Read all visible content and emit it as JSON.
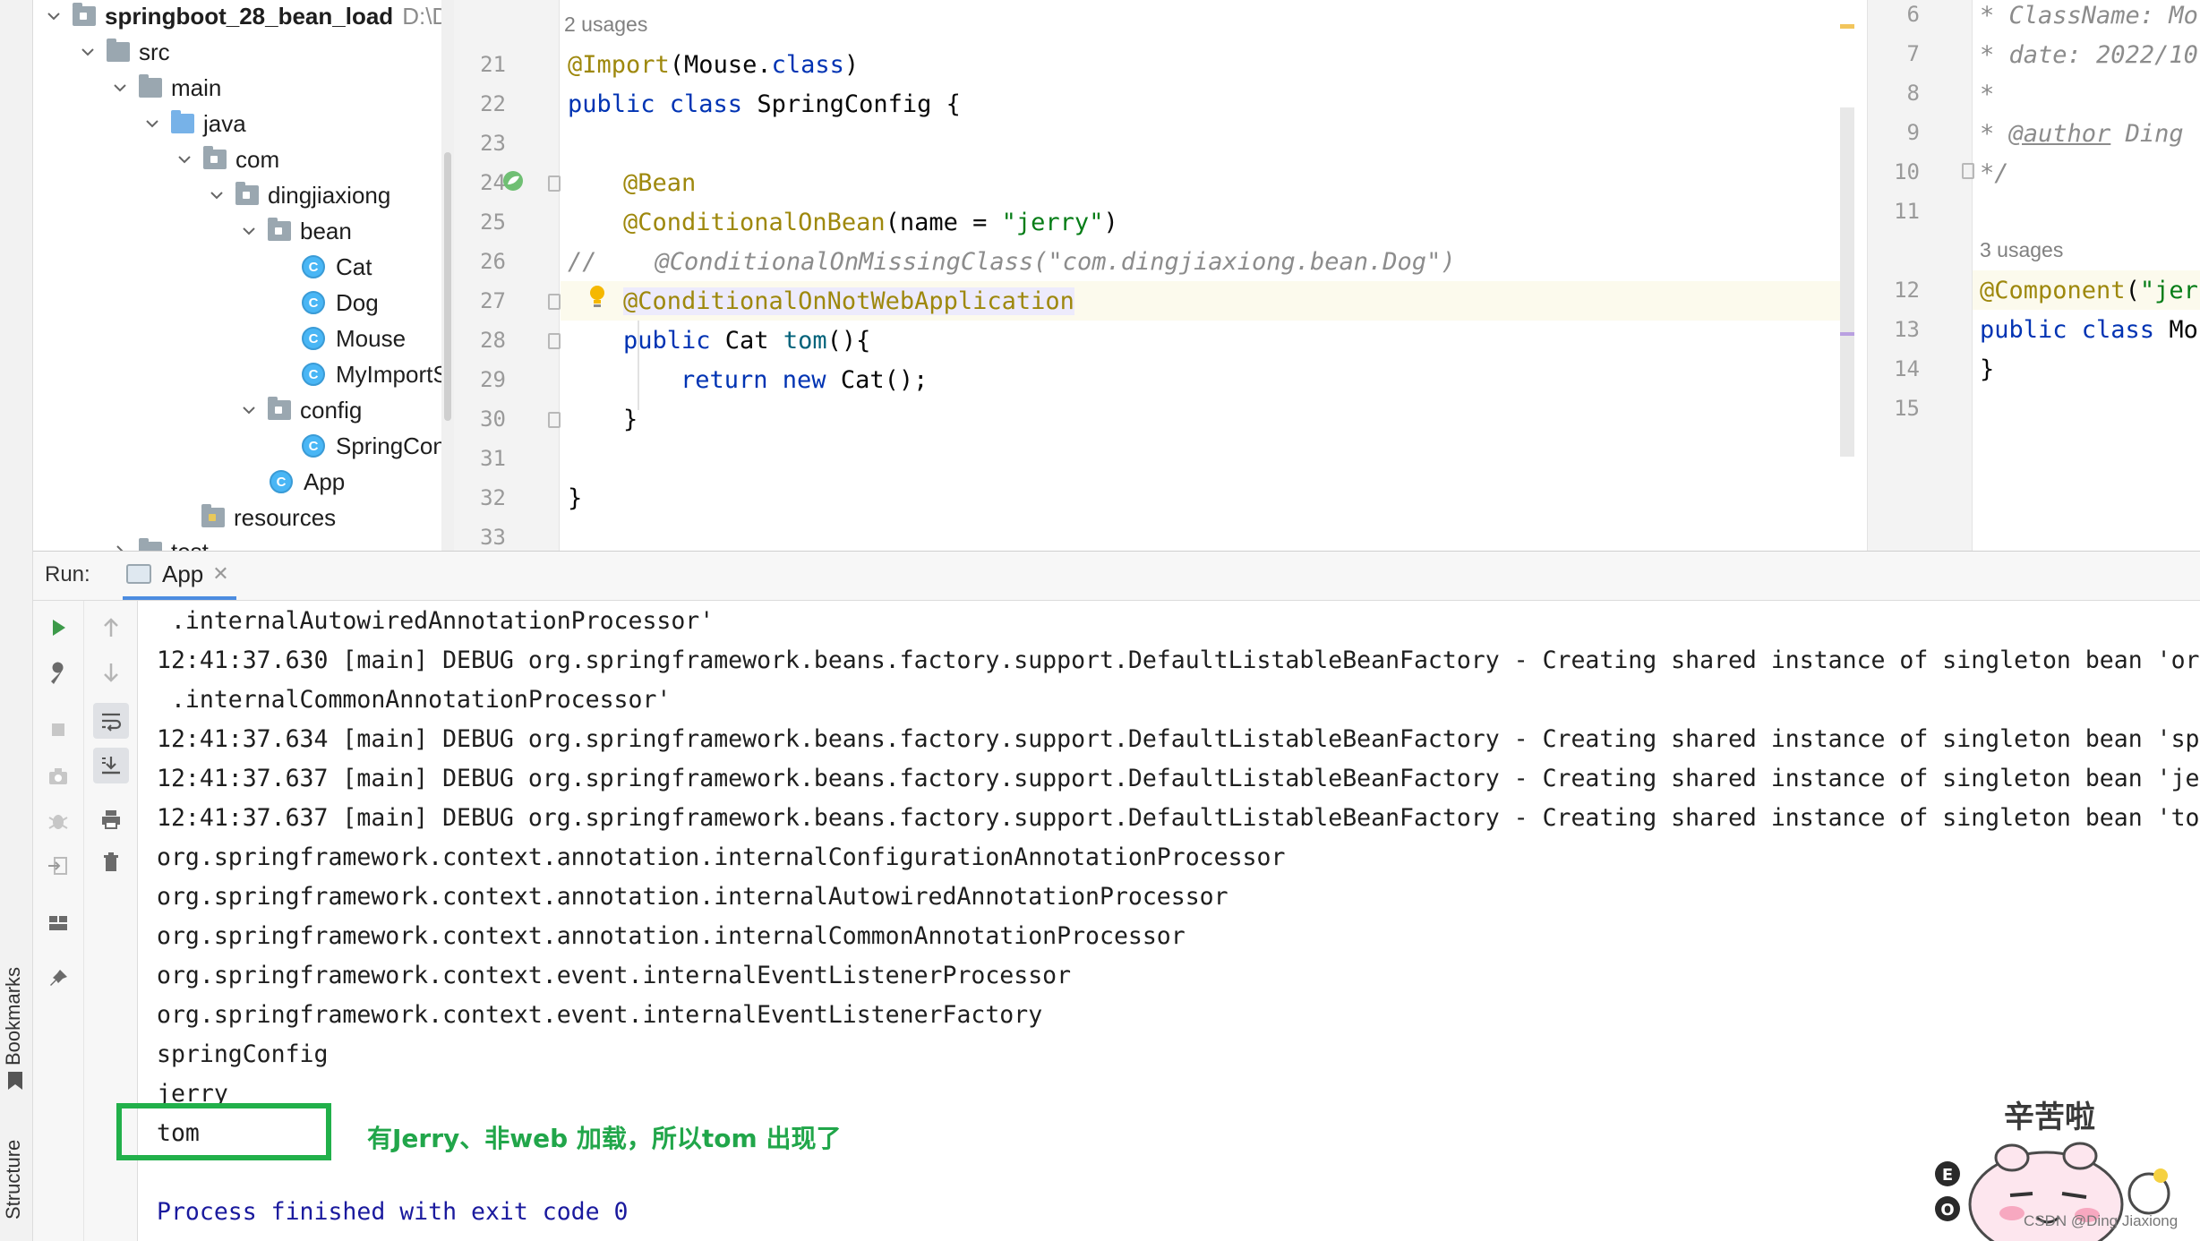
{
  "sidebar": {
    "bookmarks_label": "Bookmarks",
    "structure_label": "Structure"
  },
  "tree": {
    "project_name": "springboot_28_bean_load",
    "project_path": "D:\\Di",
    "src": "src",
    "main": "main",
    "java": "java",
    "com": "com",
    "pkg": "dingjiaxiong",
    "bean": "bean",
    "cat": "Cat",
    "dog": "Dog",
    "mouse": "Mouse",
    "myimport": "MyImportS",
    "config": "config",
    "springconfig": "SpringConf",
    "app": "App",
    "resources": "resources",
    "test": "test",
    "class_icon_letter": "C"
  },
  "editor": {
    "usages": "2 usages",
    "line_numbers": [
      "21",
      "22",
      "23",
      "24",
      "25",
      "26",
      "27",
      "28",
      "29",
      "30",
      "31",
      "32",
      "33"
    ],
    "lines": {
      "l21_ann": "@Import",
      "l21_plain1": "(Mouse.",
      "l21_kw": "class",
      "l21_plain2": ")",
      "l22_kw": "public class ",
      "l22_plain": "SpringConfig {",
      "l24_ann": "@Bean",
      "l25_ann": "@ConditionalOnBean",
      "l25_plain1": "(name = ",
      "l25_str": "\"jerry\"",
      "l25_plain2": ")",
      "l26_cmt": "//    @ConditionalOnMissingClass(\"com.dingjiaxiong.bean.Dog\")",
      "l27_ann": "@ConditionalOnNotWebApplication",
      "l28_kw": "public ",
      "l28_plain1": "Cat ",
      "l28_fn": "tom",
      "l28_plain2": "(){",
      "l29_kw": "return new ",
      "l29_plain": "Cat();",
      "l30_plain": "}",
      "l32_plain": "}"
    }
  },
  "editor2": {
    "line_numbers": [
      "6",
      "7",
      "8",
      "9",
      "10",
      "11",
      "12",
      "13",
      "14",
      "15"
    ],
    "l6": "* ClassName: Mo",
    "l7": "* date: 2022/10",
    "l8": "*",
    "l9_a": "* ",
    "l9_tag": "@author",
    "l9_b": " Ding",
    "l10": "*/",
    "usages": "3 usages",
    "l12_ann": "@Component",
    "l12_plain": "(",
    "l12_str": "\"jerr",
    "l13_kw": "public class ",
    "l13_plain": "Mou",
    "l14": "}"
  },
  "run": {
    "label": "Run:",
    "tab": "App",
    "close": "✕"
  },
  "console": {
    "lines": [
      " .internalAutowiredAnnotationProcessor'",
      "12:41:37.630 [main] DEBUG org.springframework.beans.factory.support.DefaultListableBeanFactory - Creating shared instance of singleton bean 'or",
      " .internalCommonAnnotationProcessor'",
      "12:41:37.634 [main] DEBUG org.springframework.beans.factory.support.DefaultListableBeanFactory - Creating shared instance of singleton bean 'sp",
      "12:41:37.637 [main] DEBUG org.springframework.beans.factory.support.DefaultListableBeanFactory - Creating shared instance of singleton bean 'je",
      "12:41:37.637 [main] DEBUG org.springframework.beans.factory.support.DefaultListableBeanFactory - Creating shared instance of singleton bean 'to",
      "org.springframework.context.annotation.internalConfigurationAnnotationProcessor",
      "org.springframework.context.annotation.internalAutowiredAnnotationProcessor",
      "org.springframework.context.annotation.internalCommonAnnotationProcessor",
      "org.springframework.context.event.internalEventListenerProcessor",
      "org.springframework.context.event.internalEventListenerFactory",
      "springConfig",
      "jerry",
      "tom",
      "Process finished with exit code 0"
    ],
    "note": "有Jerry、非web 加载，所以tom 出现了"
  },
  "sticker": {
    "text": "辛苦啦",
    "letters": [
      "E",
      "O"
    ]
  },
  "watermark": "CSDN @Ding Jiaxiong",
  "colors": {
    "annotation": "#9e880d",
    "keyword": "#0033b3",
    "string": "#067d17",
    "function": "#00627a",
    "comment": "#8c8c8c",
    "highlight_box": "#21b04a",
    "note_text": "#21a64a"
  }
}
